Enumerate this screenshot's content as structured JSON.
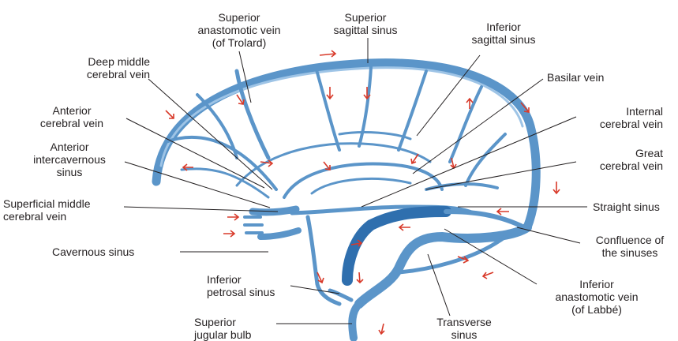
{
  "labels": {
    "superior_anastomotic_vein": [
      "Superior",
      "anastomotic vein",
      "(of Trolard)"
    ],
    "superior_sagittal_sinus": [
      "Superior",
      "sagittal sinus"
    ],
    "inferior_sagittal_sinus": [
      "Inferior",
      "sagittal sinus"
    ],
    "deep_middle_cerebral_vein": [
      "Deep middle",
      "cerebral vein"
    ],
    "basilar_vein": [
      "Basilar vein"
    ],
    "anterior_cerebral_vein": [
      "Anterior",
      "cerebral vein"
    ],
    "internal_cerebral_vein": [
      "Internal",
      "cerebral vein"
    ],
    "anterior_intercavernous_sinus": [
      "Anterior",
      "intercavernous",
      "sinus"
    ],
    "great_cerebral_vein": [
      "Great",
      "cerebral vein"
    ],
    "superficial_middle_cerebral_vein": [
      "Superficial middle",
      "cerebral vein"
    ],
    "straight_sinus": [
      "Straight sinus"
    ],
    "cavernous_sinus": [
      "Cavernous sinus"
    ],
    "confluence_of_sinuses": [
      "Confluence of",
      "the sinuses"
    ],
    "inferior_petrosal_sinus": [
      "Inferior",
      "petrosal sinus"
    ],
    "inferior_anastomotic_vein": [
      "Inferior",
      "anastomotic vein",
      "(of Labbé)"
    ],
    "superior_jugular_bulb": [
      "Superior",
      "jugular bulb"
    ],
    "transverse_sinus": [
      "Transverse",
      "sinus"
    ]
  },
  "colors": {
    "vein": "#5b95c9",
    "vein_highlight": "#9ec4e6",
    "sinus_dark": "#2f6fae",
    "flow_arrow": "#d83a2a",
    "leader_line": "#231f20"
  }
}
